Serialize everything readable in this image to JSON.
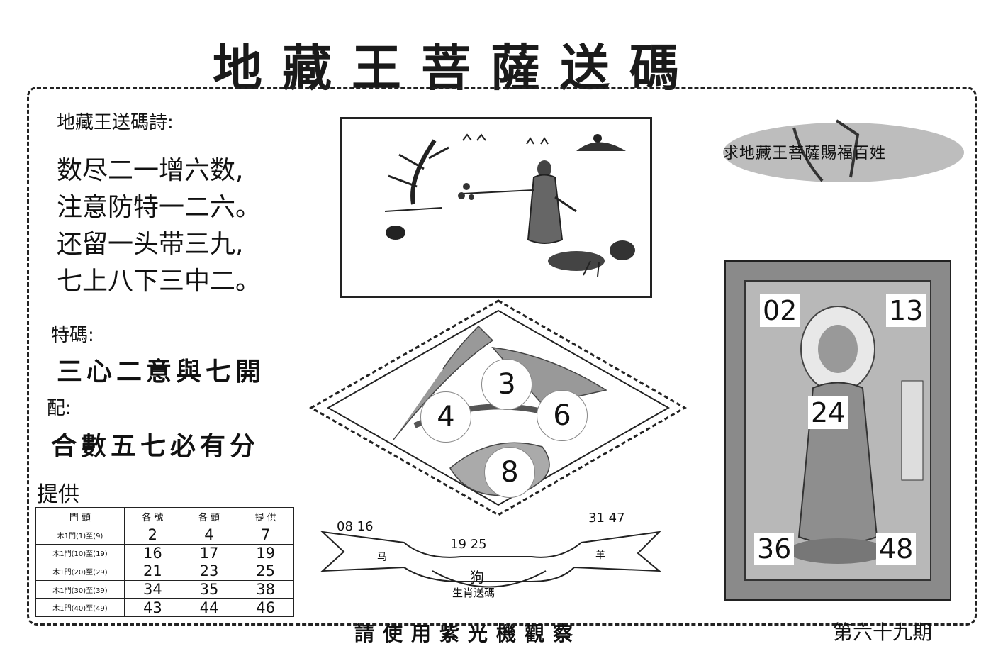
{
  "title": "地藏王菩薩送碼",
  "poem": {
    "heading": "地藏王送碼詩:",
    "lines": [
      "数尽二一增六数,",
      "注意防特一二六。",
      "还留一头带三九,",
      "七上八下三中二。"
    ]
  },
  "special": {
    "label": "特碼:",
    "text": "三心二意與七開"
  },
  "pair": {
    "label": "配:",
    "text": "合數五七必有分"
  },
  "provide_label": "提供",
  "table": {
    "headers": [
      "門 頭",
      "各 號",
      "各 頭",
      "提 供"
    ],
    "rows": [
      [
        "木1門(1)至(9)",
        "2",
        "4",
        "7"
      ],
      [
        "木1門(10)至(19)",
        "16",
        "17",
        "19"
      ],
      [
        "木1門(20)至(29)",
        "21",
        "23",
        "25"
      ],
      [
        "木1門(30)至(39)",
        "34",
        "35",
        "38"
      ],
      [
        "木1門(40)至(49)",
        "43",
        "44",
        "46"
      ]
    ]
  },
  "diamond_numbers": {
    "top": "3",
    "left": "4",
    "right": "6",
    "bottom": "8"
  },
  "ribbon": {
    "left_nums": "08 16",
    "right_nums": "31 47",
    "center_nums": "19 25",
    "left_zodiac": "马",
    "right_zodiac": "羊",
    "center_zodiac": "狗",
    "caption": "生肖送碼"
  },
  "blessing": "求地藏王菩薩賜福百姓",
  "panel_numbers": {
    "top_left": "02",
    "top_right": "13",
    "center": "24",
    "bottom_left": "36",
    "bottom_right": "48"
  },
  "footer": "請使用紫光機觀察",
  "issue": "第六十九期"
}
